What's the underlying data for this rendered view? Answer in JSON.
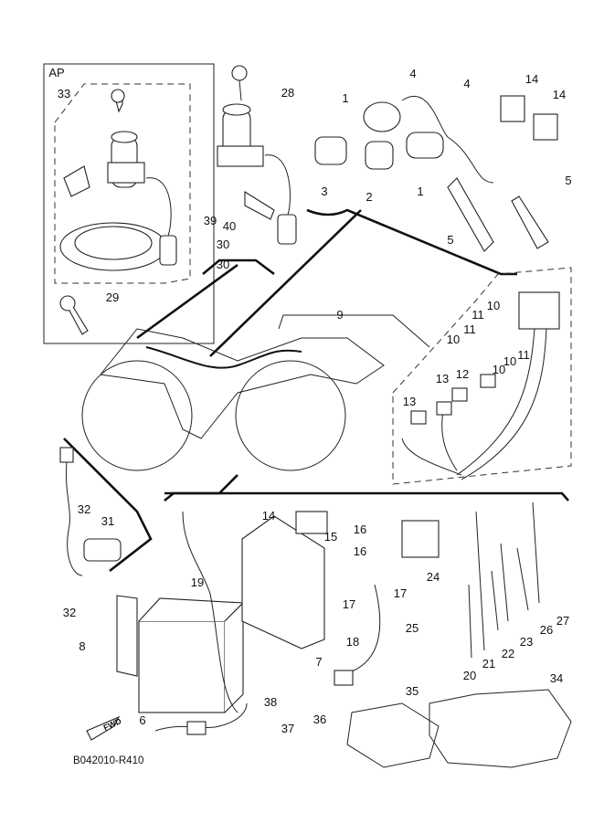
{
  "diagram": {
    "group_label": "AP",
    "drawing_code": "B042010-R410",
    "arrow_label": "FWD",
    "callouts": [
      "33",
      "28",
      "4",
      "4",
      "1",
      "14",
      "14",
      "5",
      "3",
      "2",
      "1",
      "5",
      "39",
      "40",
      "30",
      "30",
      "29",
      "9",
      "10",
      "11",
      "11",
      "10",
      "11",
      "10",
      "10",
      "12",
      "13",
      "13",
      "32",
      "31",
      "32",
      "8",
      "14",
      "15",
      "16",
      "16",
      "17",
      "17",
      "19",
      "24",
      "25",
      "18",
      "7",
      "20",
      "21",
      "22",
      "23",
      "26",
      "27",
      "6",
      "38",
      "35",
      "34",
      "37",
      "36"
    ]
  }
}
